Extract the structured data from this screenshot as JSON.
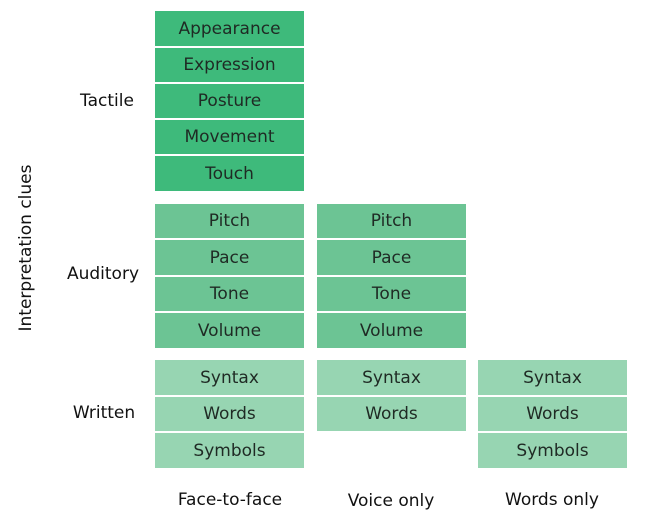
{
  "axis_label": "Interpretation clues",
  "rows": {
    "tactile": "Tactile",
    "auditory": "Auditory",
    "written": "Written"
  },
  "columns": [
    "Face-to-face",
    "Voice only",
    "Words only"
  ],
  "tactile_cells": [
    "Appearance",
    "Expression",
    "Posture",
    "Movement",
    "Touch"
  ],
  "auditory_cells": [
    "Pitch",
    "Pace",
    "Tone",
    "Volume"
  ],
  "written_cells_full": [
    "Syntax",
    "Words",
    "Symbols"
  ],
  "written_cells_voice": [
    "Syntax",
    "Words"
  ],
  "colors": {
    "tactile": "#3eba7b",
    "auditory": "#6cc494",
    "written": "#97d5b2"
  }
}
